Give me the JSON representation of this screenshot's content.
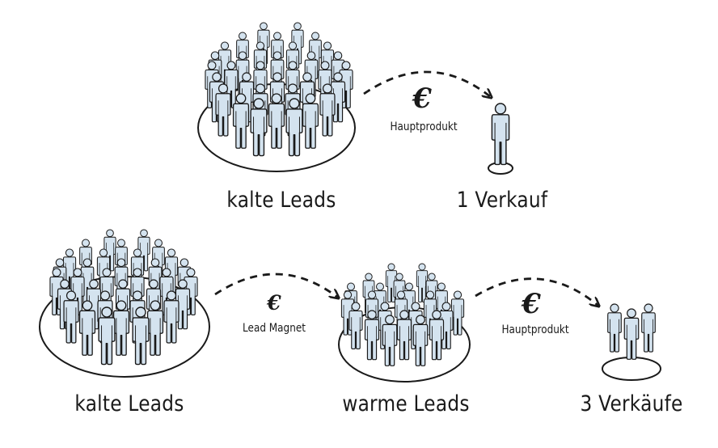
{
  "diagram": {
    "top": {
      "source_label": "kalte Leads",
      "target_label": "1 Verkauf",
      "arrow_currency": "€",
      "arrow_label": "Hauptprodukt"
    },
    "bottom": {
      "source_label": "kalte Leads",
      "middle_label": "warme Leads",
      "target_label": "3 Verkäufe",
      "arrow1_currency": "€",
      "arrow1_label": "Lead Magnet",
      "arrow2_currency": "€",
      "arrow2_label": "Hauptprodukt"
    }
  },
  "colors": {
    "figure_fill": "#d4e3ef",
    "stroke": "#1a1a1a",
    "background": "#ffffff"
  }
}
